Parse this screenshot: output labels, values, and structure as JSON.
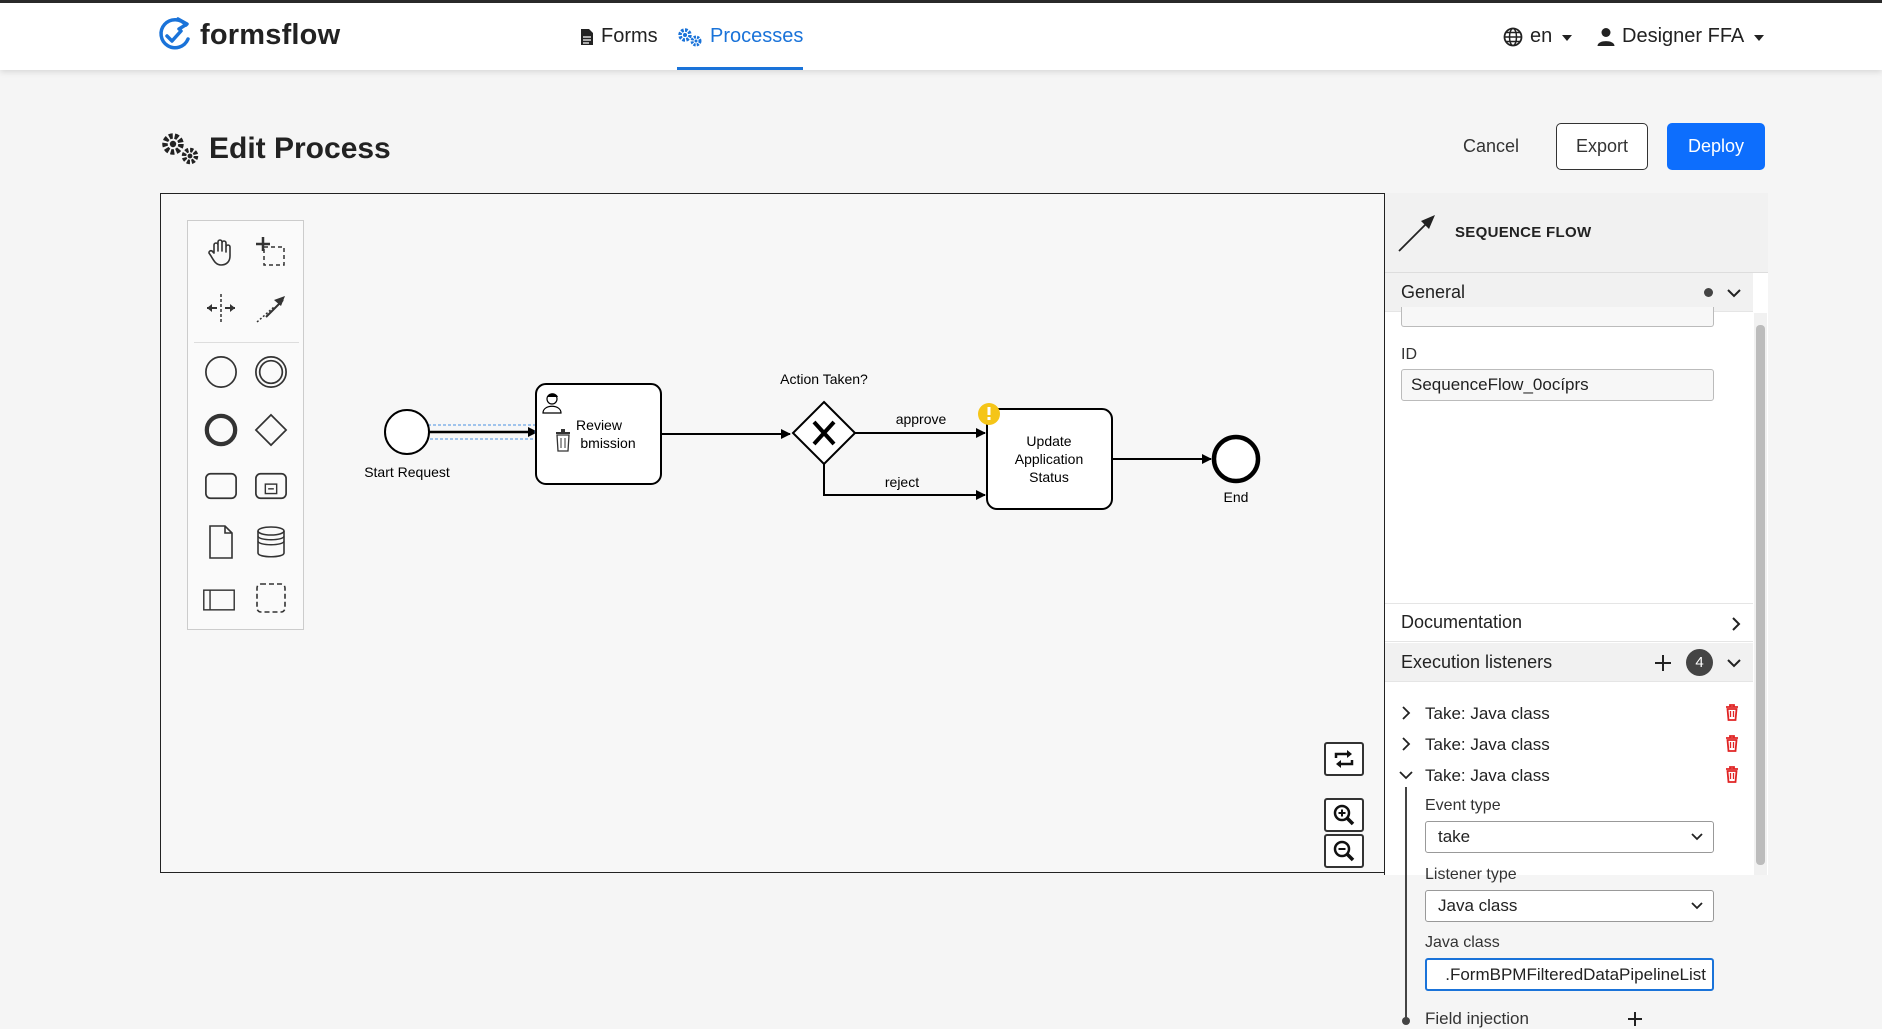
{
  "nav": {
    "brand": "formsflow",
    "forms_label": "Forms",
    "processes_label": "Processes",
    "language": "en",
    "user": "Designer FFA"
  },
  "header": {
    "title": "Edit Process",
    "cancel": "Cancel",
    "export": "Export",
    "deploy": "Deploy"
  },
  "diagram": {
    "start_label": "Start Request",
    "task1_line1": "Review",
    "task1_line2": "bmission",
    "gateway_label": "Action Taken?",
    "flow_approve": "approve",
    "flow_reject": "reject",
    "task2_line1": "Update",
    "task2_line2": "Application",
    "task2_line3": "Status",
    "end_label": "End"
  },
  "properties": {
    "element_type": "SEQUENCE FLOW",
    "general": "General",
    "id_label": "ID",
    "id_value": "SequenceFlow_0ocíprs",
    "documentation": "Documentation",
    "execution_listeners": "Execution listeners",
    "listener_count": "4",
    "listeners": [
      {
        "label": "Take: Java class"
      },
      {
        "label": "Take: Java class"
      },
      {
        "label": "Take: Java class"
      }
    ],
    "event_type_label": "Event type",
    "event_type_value": "take",
    "listener_type_label": "Listener type",
    "listener_type_value": "Java class",
    "java_class_label": "Java class",
    "java_class_value": ".FormBPMFilteredDataPipelineList",
    "field_injection": "Field injection"
  },
  "colors": {
    "accent": "#1a73d9",
    "deploy": "#0d6efd",
    "delete": "#e02424",
    "warning": "#f5c518"
  }
}
